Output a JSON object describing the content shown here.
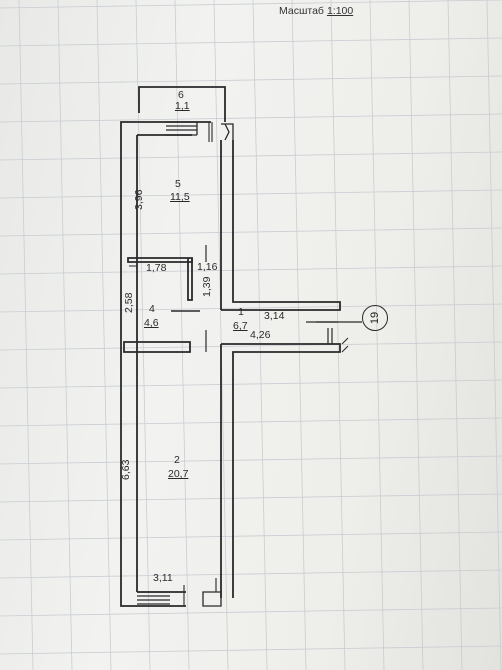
{
  "header": {
    "scale_label": "Масштаб",
    "scale_value": "1:100"
  },
  "rooms": [
    {
      "number": "6",
      "area": "1,1"
    },
    {
      "number": "5",
      "area": "11,5"
    },
    {
      "number": "4",
      "area": "4,6"
    },
    {
      "number": "1",
      "area": "6,7"
    },
    {
      "number": "2",
      "area": "20,7"
    }
  ],
  "dimensions": {
    "d_3_96": "3,96",
    "d_1_78": "1,78",
    "d_1_16": "1,16",
    "d_1_39": "1,39",
    "d_2_58": "2,58",
    "d_3_14": "3,14",
    "d_4_26": "4,26",
    "d_6_63": "6,63",
    "d_3_11": "3,11"
  },
  "building_number": "19",
  "colors": {
    "ink": "#2a2a2a",
    "paper": "#eeeeea",
    "grid": "#c9cdd2"
  }
}
